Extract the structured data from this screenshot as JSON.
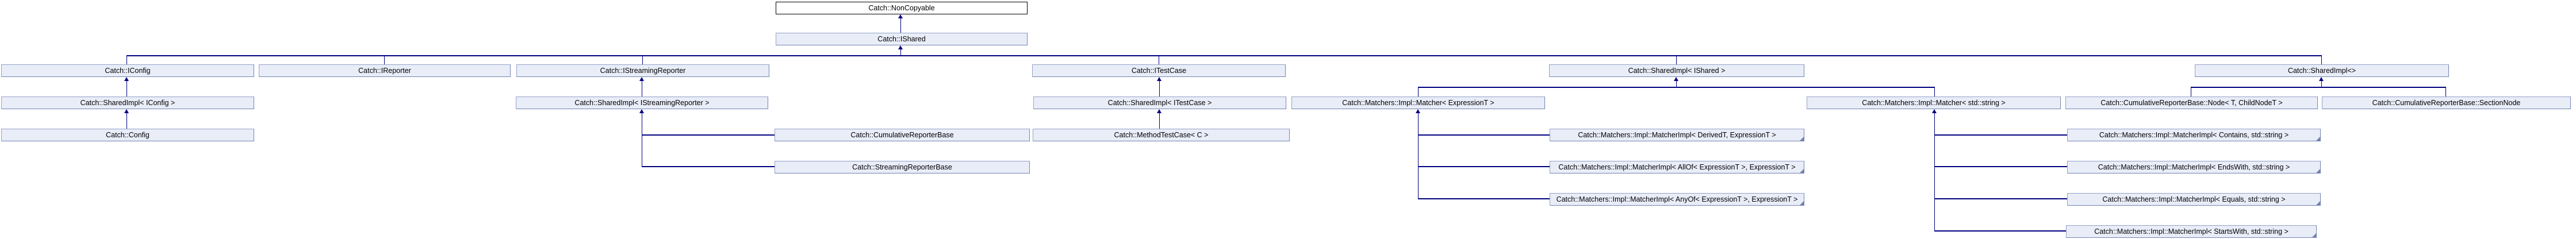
{
  "diagram": {
    "type": "class-inheritance-graph",
    "framework": "Catch"
  },
  "colors": {
    "edge": "#000080",
    "node_fill": "#e8edf8",
    "node_border": "#95a2c6",
    "node_border_dark": "#7484b1",
    "root_fill": "#ffffff",
    "root_border": "#000000",
    "text": "#000000",
    "background": "#ffffff"
  },
  "nodes": {
    "noncopyable": {
      "label": "Catch::NonCopyable"
    },
    "ishared": {
      "label": "Catch::IShared"
    },
    "iconfig": {
      "label": "Catch::IConfig"
    },
    "ireporter": {
      "label": "Catch::IReporter"
    },
    "istreamingreporter": {
      "label": "Catch::IStreamingReporter"
    },
    "itestcase": {
      "label": "Catch::ITestCase"
    },
    "sharedimpl_ishared": {
      "label": "Catch::SharedImpl< IShared >"
    },
    "sharedimpl_open": {
      "label": "Catch::SharedImpl<>"
    },
    "sharedimpl_iconfig": {
      "label": "Catch::SharedImpl< IConfig >"
    },
    "sharedimpl_istreamingreporter": {
      "label": "Catch::SharedImpl< IStreamingReporter >"
    },
    "sharedimpl_itestcase": {
      "label": "Catch::SharedImpl< ITestCase >"
    },
    "matcher_expressiont": {
      "label": "Catch::Matchers::Impl::Matcher< ExpressionT >"
    },
    "matcher_stdstring": {
      "label": "Catch::Matchers::Impl::Matcher< std::string >"
    },
    "node_t_childnodet": {
      "label": "Catch::CumulativeReporterBase::Node< T, ChildNodeT >"
    },
    "sectionnode": {
      "label": "Catch::CumulativeReporterBase::SectionNode"
    },
    "config": {
      "label": "Catch::Config"
    },
    "cumulativereporterbase": {
      "label": "Catch::CumulativeReporterBase"
    },
    "methodtestcase": {
      "label": "Catch::MethodTestCase< C >"
    },
    "matcherimpl_derived": {
      "label": "Catch::Matchers::Impl::MatcherImpl< DerivedT, ExpressionT >"
    },
    "matcherimpl_contains": {
      "label": "Catch::Matchers::Impl::MatcherImpl< Contains, std::string >"
    },
    "streamingreporterbase": {
      "label": "Catch::StreamingReporterBase"
    },
    "matcherimpl_allof": {
      "label": "Catch::Matchers::Impl::MatcherImpl< AllOf< ExpressionT >, ExpressionT >"
    },
    "matcherimpl_endswith": {
      "label": "Catch::Matchers::Impl::MatcherImpl< EndsWith, std::string >"
    },
    "matcherimpl_anyof": {
      "label": "Catch::Matchers::Impl::MatcherImpl< AnyOf< ExpressionT >, ExpressionT >"
    },
    "matcherimpl_equals": {
      "label": "Catch::Matchers::Impl::MatcherImpl< Equals, std::string >"
    },
    "matcherimpl_startswith": {
      "label": "Catch::Matchers::Impl::MatcherImpl< StartsWith, std::string >"
    }
  }
}
